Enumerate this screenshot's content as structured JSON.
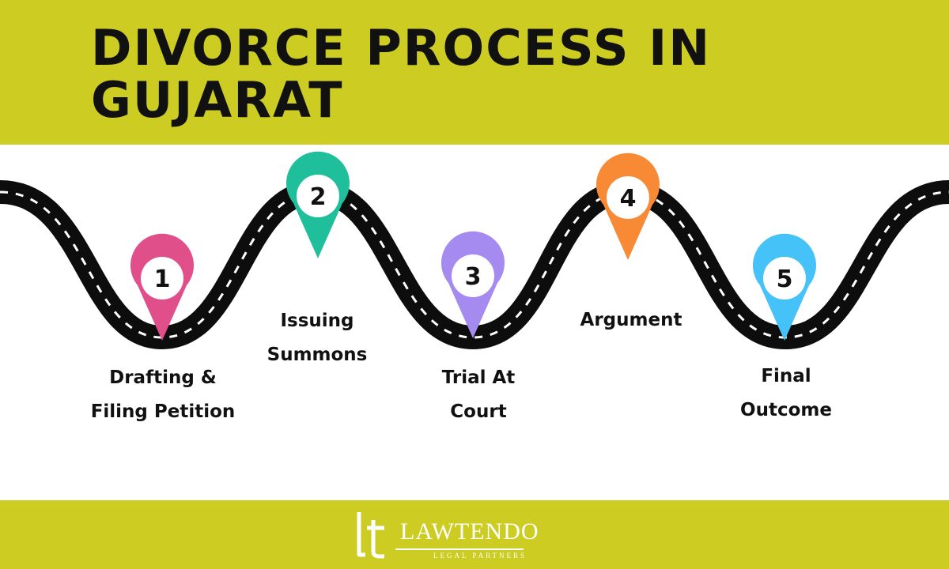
{
  "title": "DIVORCE PROCESS IN GUJARAT",
  "colors": {
    "band": "#cccc22",
    "road": "#0d0d0d",
    "dash": "#ffffff"
  },
  "steps": [
    {
      "number": "1",
      "label": "Drafting &\nFiling Petition",
      "color": "#e04f8a"
    },
    {
      "number": "2",
      "label": "Issuing\nSummons",
      "color": "#1fbf9c"
    },
    {
      "number": "3",
      "label": "Trial At\nCourt",
      "color": "#a58af0"
    },
    {
      "number": "4",
      "label": "Argument",
      "color": "#f88a36"
    },
    {
      "number": "5",
      "label": "Final\nOutcome",
      "color": "#45c2f7"
    }
  ],
  "logo": {
    "mark": "lt",
    "name": "LAWTENDO",
    "tagline": "LEGAL PARTNERS"
  }
}
